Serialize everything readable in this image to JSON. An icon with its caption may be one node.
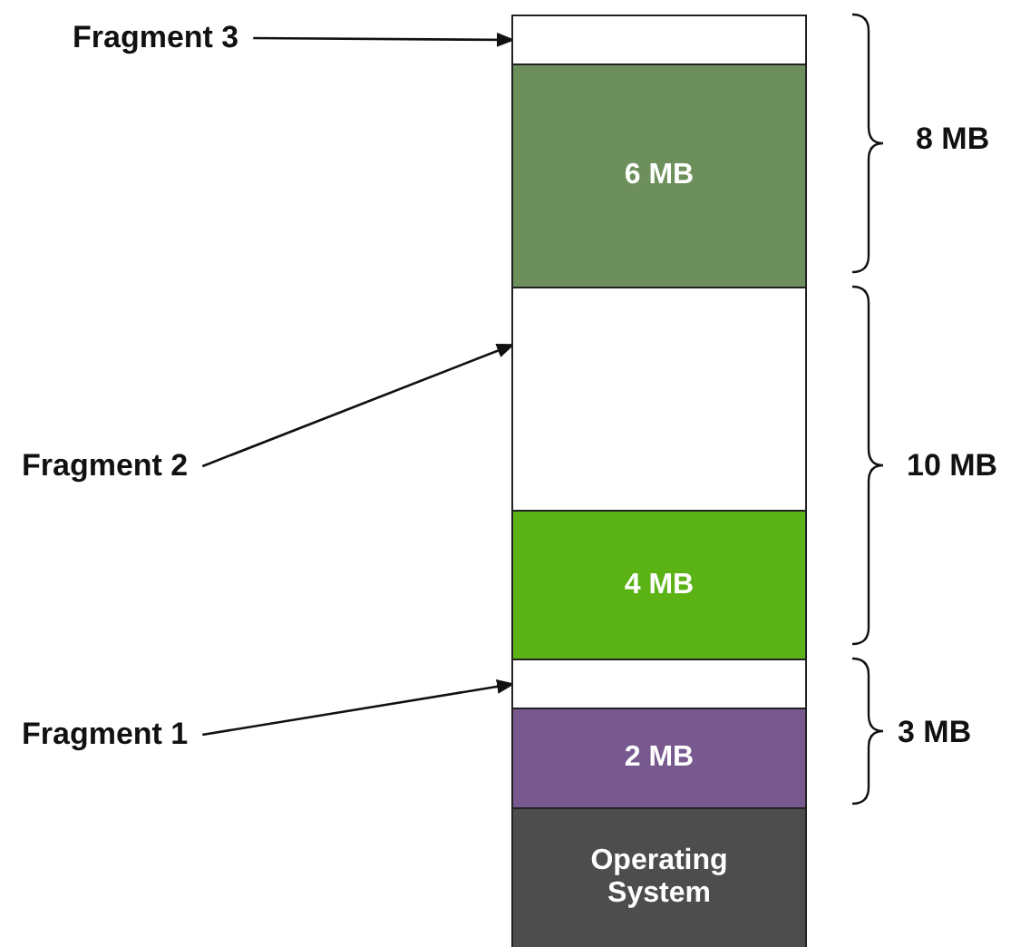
{
  "diagram": {
    "nodes": [
      {
        "text": [
          "Fragment 3"
        ]
      },
      {
        "text": [],
        "shape": "box"
      },
      {
        "text": [
          "6 MB"
        ]
      },
      {
        "text": [
          "Fragment 2"
        ]
      },
      {
        "text": [],
        "shape": "box"
      },
      {
        "text": [
          "4 MB"
        ]
      },
      {
        "text": [
          "Fragment 1"
        ]
      },
      {
        "text": [],
        "shape": "box"
      },
      {
        "text": [
          "2 MB"
        ]
      },
      {
        "text": [
          "Operating System"
        ]
      }
    ],
    "edges": [
      {
        "from": 0,
        "to": 1,
        "arrow": "to"
      },
      {
        "from": 3,
        "to": 4,
        "arrow": "to"
      },
      {
        "from": 6,
        "to": 7,
        "arrow": "to"
      }
    ],
    "labels": [
      "8 MB",
      "10 MB",
      "3 MB"
    ]
  }
}
